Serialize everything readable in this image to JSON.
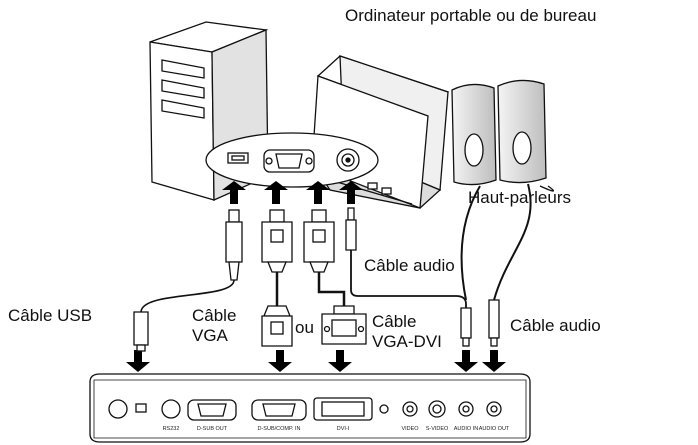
{
  "labels": {
    "computer": "Ordinateur portable ou de bureau",
    "speakers": "Haut-parleurs",
    "audio_cable_1": "Câble audio",
    "audio_cable_2": "Câble audio",
    "usb_cable": "Câble USB",
    "vga_cable_line1": "Câble",
    "vga_cable_line2": "VGA",
    "or": "ou",
    "vgadvi_cable_line1": "Câble",
    "vgadvi_cable_line2": "VGA-DVI"
  },
  "projector_ports": {
    "rs232": "RS232",
    "dsub_out": "D-SUB OUT",
    "dsub_in": "D-SUB/COMP. IN",
    "dvi": "DVI-I",
    "video": "VIDEO",
    "svideo": "S-VIDEO",
    "audio_in": "AUDIO IN",
    "audio_out": "AUDIO OUT"
  },
  "colors": {
    "line": "#111111",
    "body": "#ffffff",
    "shade": "#cfcfcf"
  }
}
